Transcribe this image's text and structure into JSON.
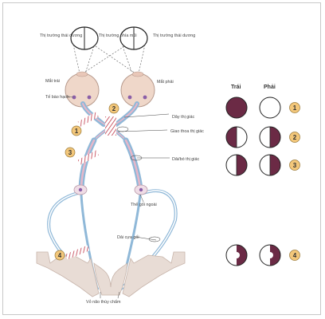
{
  "labels": {
    "left_field": "Thị trường thái dương",
    "center_field": "Thị trường phía mũi",
    "right_field": "Thị trường thái dương",
    "left_eye": "Mắt trái",
    "right_eye": "Mắt phải",
    "ganglion": "Tế bào hạch",
    "optic_nerve": "Dây thị giác",
    "chiasm": "Giao thoa thị giác",
    "optic_tract": "Dải/bó thị giác",
    "lgn": "Thể gối ngoài",
    "radiation": "Dải cựa gối",
    "visual_cortex": "Vỏ não thùy chẩm"
  },
  "legend": {
    "left_header": "Trái",
    "right_header": "Phải",
    "rows": [
      {
        "number": "1",
        "left": "full",
        "right": "none"
      },
      {
        "number": "2",
        "left": "left-half",
        "right": "right-half"
      },
      {
        "number": "3",
        "left": "right-half",
        "right": "right-half"
      },
      {
        "number": "4",
        "left": "right-half-macular-sparing",
        "right": "right-half-macular-sparing"
      }
    ]
  },
  "lesion_markers": [
    "1",
    "2",
    "3",
    "4"
  ],
  "colors": {
    "defect": "#6b2a45",
    "marker_fill": "#f3c77a",
    "eye_fill": "#efd7c9",
    "cortex_fill": "#e8dcd5",
    "pathway_blue": "#8fb8d8",
    "pathway_pink": "#e7b7c9",
    "lesion_red": "#c0394a"
  }
}
